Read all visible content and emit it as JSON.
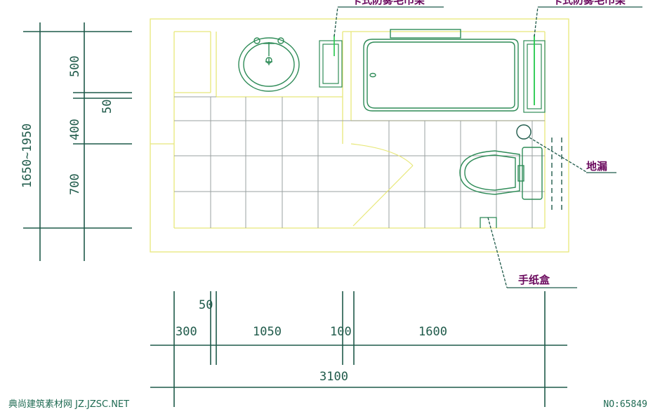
{
  "dimensions": {
    "vertical": {
      "total": "1650~1950",
      "d500": "500",
      "d50": "50",
      "d400": "400",
      "d700": "700"
    },
    "horizontal": {
      "d300": "300",
      "d50": "50",
      "d1050": "1050",
      "d100": "100",
      "d1600": "1600",
      "total": "3100"
    }
  },
  "callouts": {
    "floor_drain": "地漏",
    "paper_holder": "手纸盒",
    "top_left_label": "卡式防雾毛巾架",
    "top_right_label": "卡式防雾毛巾架"
  },
  "footer": {
    "watermark": "典尚建筑素材网 JZ.JZSC.NET",
    "code": "NO:65849"
  },
  "colors": {
    "wall": "#e8e87a",
    "grid": "#9aa0a0",
    "fixture": "#2e8b57",
    "dimension": "#1f5a4a",
    "callout_text": "#6b0a5e",
    "accent_green": "#22c84a"
  }
}
